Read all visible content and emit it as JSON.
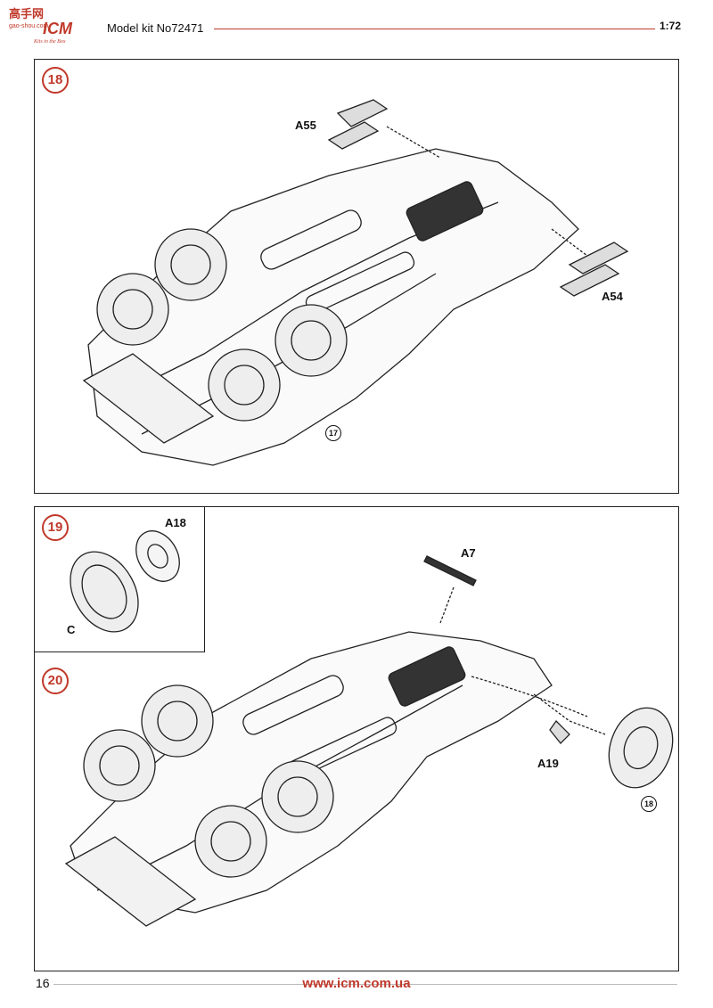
{
  "header": {
    "logo_top": "高手网",
    "logo_brand": "ICM",
    "logo_url": "gao-shou.com",
    "logo_tagline": "Kits in the Box",
    "kit_title": "Model kit No72471",
    "scale": "1:72"
  },
  "steps": {
    "s18": {
      "number": "18",
      "labels": {
        "a55": "A55",
        "a54": "A54"
      },
      "ref": "17"
    },
    "s19": {
      "number": "19",
      "labels": {
        "a18": "A18",
        "c": "C"
      }
    },
    "s20": {
      "number": "20",
      "labels": {
        "a7": "A7",
        "a19": "A19"
      },
      "ref": "18"
    }
  },
  "footer": {
    "page_number": "16",
    "url": "www.icm.com.ua"
  },
  "colors": {
    "accent": "#c0392b",
    "ink": "#111111"
  }
}
